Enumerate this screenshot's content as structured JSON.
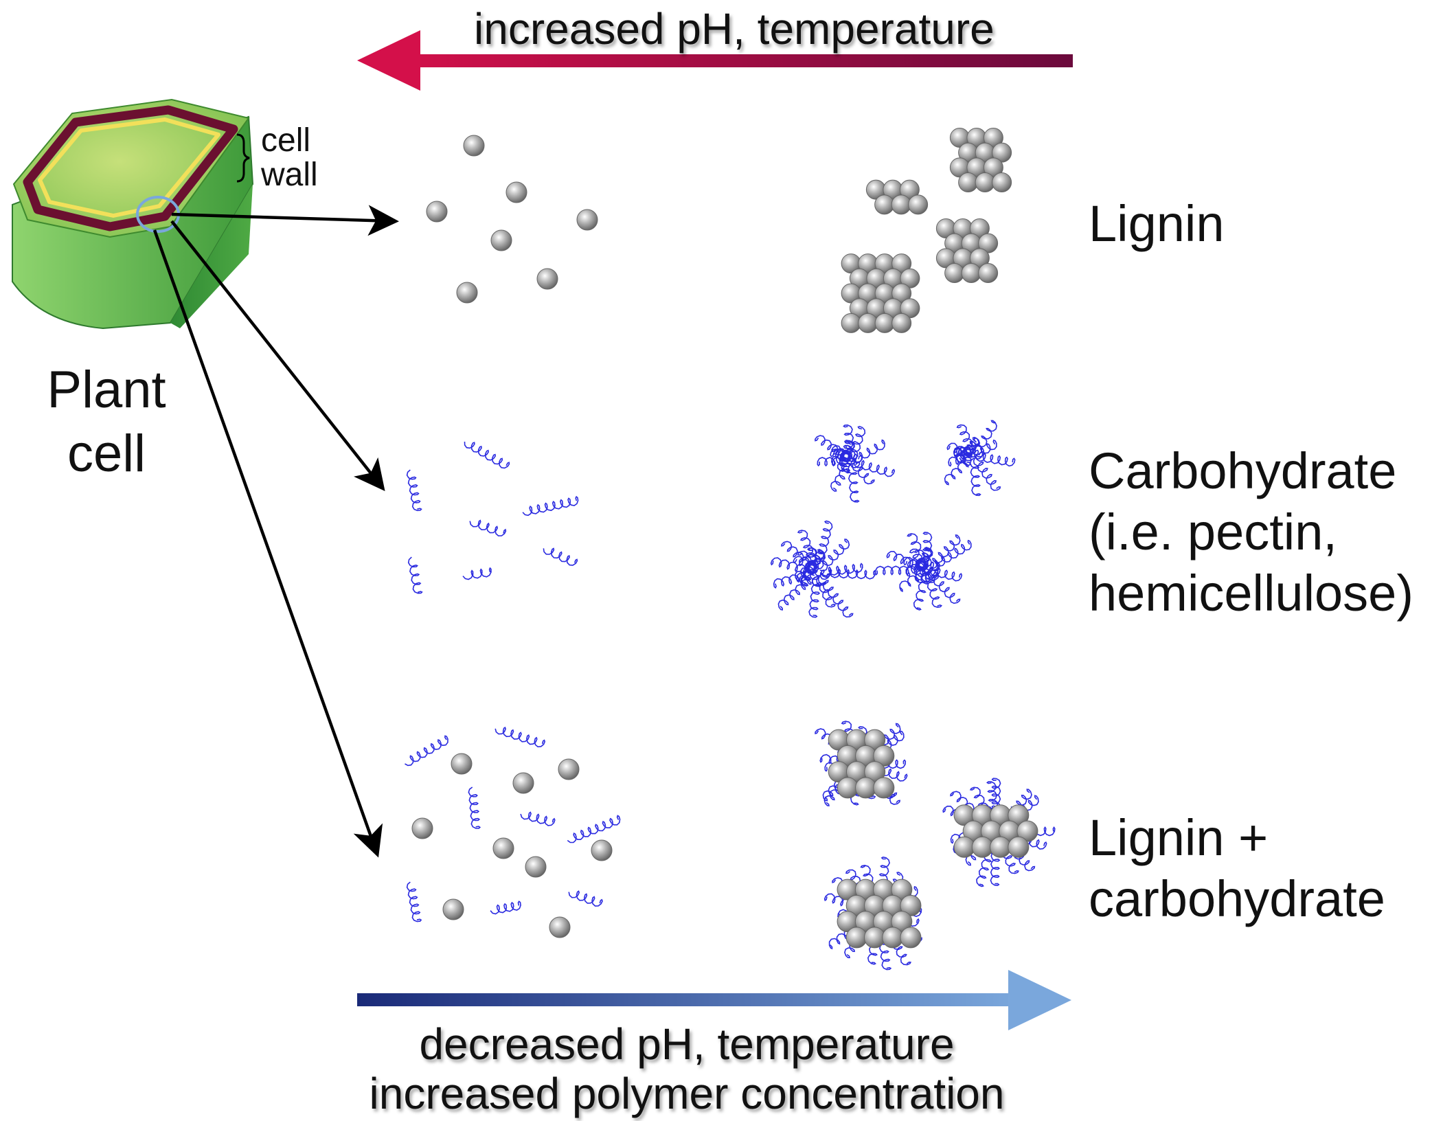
{
  "top_arrow": {
    "label": "increased pH, temperature",
    "color_head": "#d4104a",
    "color_tail": "#6b0a3c"
  },
  "bottom_arrow": {
    "line1": "decreased pH, temperature",
    "line2": "increased polymer concentration",
    "color_head": "#7aa7dc",
    "color_tail": "#1a2a78"
  },
  "plant_cell": {
    "label_line1": "Plant",
    "label_line2": "cell",
    "wall_label_line1": "cell",
    "wall_label_line2": "wall"
  },
  "rows": {
    "lignin": {
      "label": "Lignin"
    },
    "carbohydrate": {
      "label_line1": "Carbohydrate",
      "label_line2": "(i.e. pectin,",
      "label_line3": "hemicellulose)"
    },
    "mixture": {
      "label_line1": "Lignin +",
      "label_line2": "carbohydrate"
    }
  },
  "colors": {
    "lignin_sphere": "#9a9a9a",
    "carbohydrate_chain": "#2a2ae0",
    "cell_green": "#55b84a",
    "cell_wall": "#6b1030",
    "cell_yellow": "#f2e05a"
  }
}
